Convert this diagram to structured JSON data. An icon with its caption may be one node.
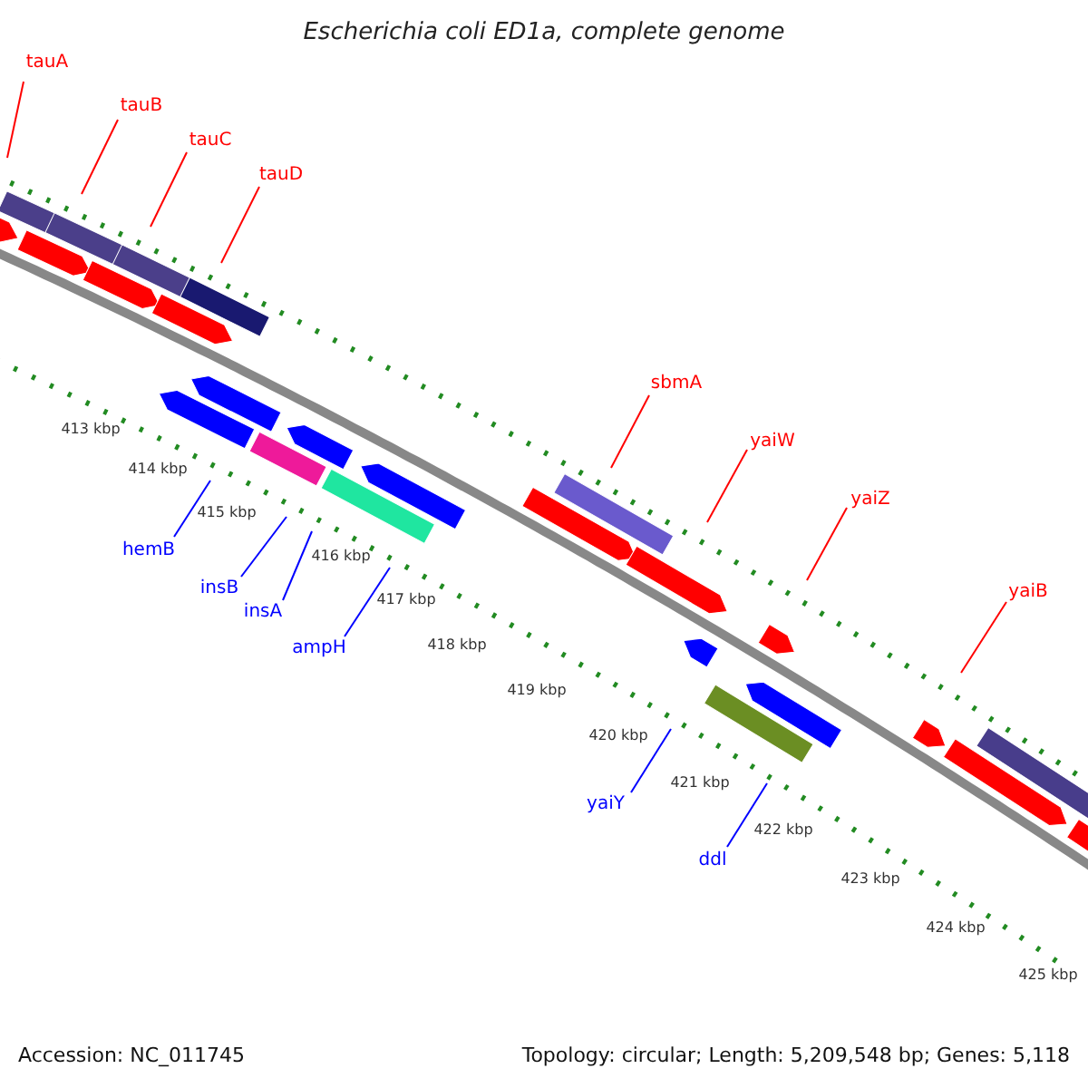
{
  "diagram": {
    "title": "Escherichia coli ED1a, complete genome",
    "nodes": [
      {
        "text": [
          "tauA"
        ]
      },
      {
        "text": [
          "tauB"
        ]
      },
      {
        "text": [
          "tauC"
        ]
      },
      {
        "text": [
          "tauD"
        ]
      },
      {
        "text": [
          "sbmA"
        ]
      },
      {
        "text": [
          "yaiW"
        ]
      },
      {
        "text": [
          "yaiZ"
        ]
      },
      {
        "text": [
          "yaiB"
        ]
      },
      {
        "text": [
          "hemB"
        ]
      },
      {
        "text": [
          "insB"
        ]
      },
      {
        "text": [
          "insA"
        ]
      },
      {
        "text": [
          "ampH"
        ]
      },
      {
        "text": [
          "yaiY"
        ]
      },
      {
        "text": [
          "ddl"
        ]
      }
    ],
    "edges": [
      {
        "from": 0,
        "to": null,
        "arrow": "none"
      },
      {
        "from": 1,
        "to": null,
        "arrow": "none"
      },
      {
        "from": 2,
        "to": null,
        "arrow": "none"
      },
      {
        "from": 3,
        "to": null,
        "arrow": "none"
      },
      {
        "from": 4,
        "to": null,
        "arrow": "none"
      },
      {
        "from": 5,
        "to": null,
        "arrow": "none"
      },
      {
        "from": 6,
        "to": null,
        "arrow": "none"
      },
      {
        "from": 7,
        "to": null,
        "arrow": "none"
      },
      {
        "from": 8,
        "to": null,
        "arrow": "none",
        "color": "#0000ff"
      },
      {
        "from": 9,
        "to": null,
        "arrow": "none",
        "color": "#0000ff"
      },
      {
        "from": 10,
        "to": null,
        "arrow": "none",
        "color": "#0000ff"
      },
      {
        "from": 11,
        "to": null,
        "arrow": "none",
        "color": "#0000ff"
      },
      {
        "from": 12,
        "to": null,
        "arrow": "none",
        "color": "#0000ff"
      },
      {
        "from": 13,
        "to": null,
        "arrow": "none",
        "color": "#0000ff"
      }
    ],
    "labels": [
      "413 kbp",
      "414 kbp",
      "415 kbp",
      "416 kbp",
      "417 kbp",
      "418 kbp",
      "419 kbp",
      "420 kbp",
      "421 kbp",
      "422 kbp",
      "423 kbp",
      "424 kbp",
      "425 kbp",
      "Accession: NC_011745",
      "Topology: circular; Length: 5,209,548 bp; Genes: 5,118"
    ]
  }
}
